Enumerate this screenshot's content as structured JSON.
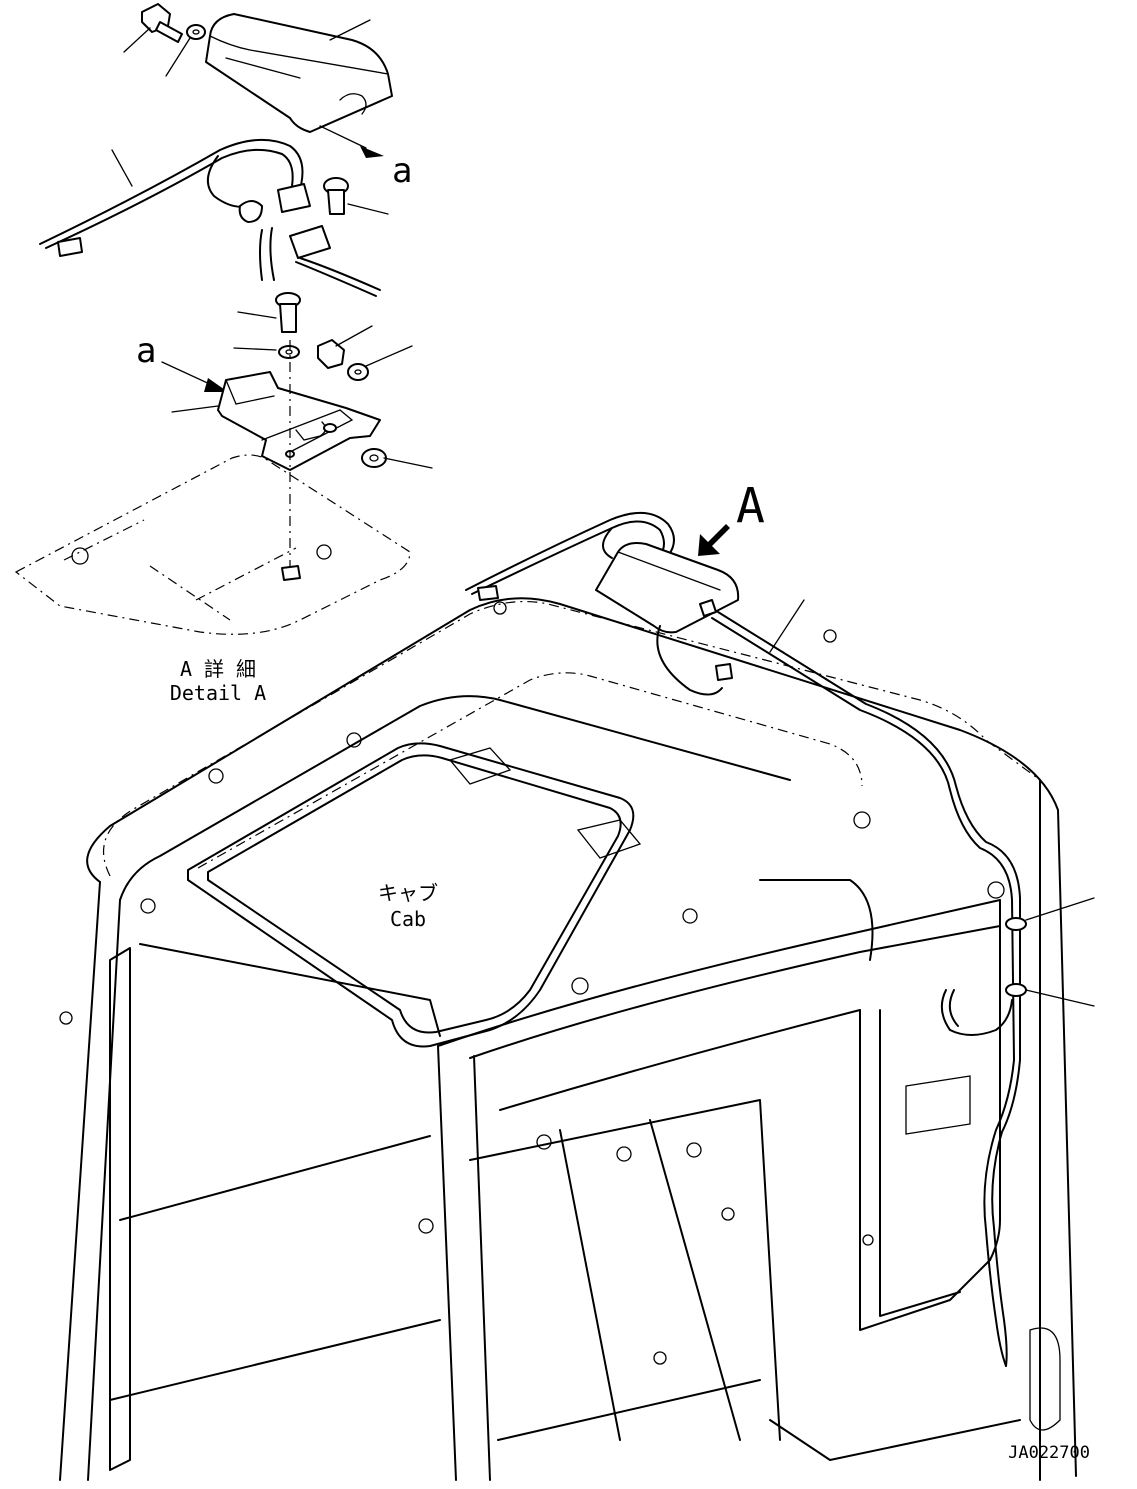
{
  "labels": {
    "detail_letter_top": "a",
    "detail_letter_bracket": "a",
    "view_marker": "A",
    "detail_title_jp": "A 詳 細",
    "detail_title_en": "Detail A",
    "cab_jp": "キャブ",
    "cab_en": "Cab",
    "drawing_number": "JA022700"
  }
}
